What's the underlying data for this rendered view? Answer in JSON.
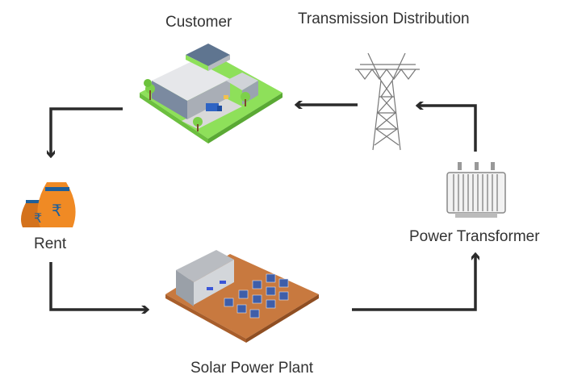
{
  "diagram": {
    "title": "Solar power rental cycle",
    "nodes": [
      {
        "id": "customer",
        "label": "Customer",
        "icon": "warehouse-icon"
      },
      {
        "id": "transmission",
        "label": "Transmission Distribution",
        "icon": "transmission-tower-icon"
      },
      {
        "id": "transformer",
        "label": "Power Transformer",
        "icon": "transformer-icon"
      },
      {
        "id": "solar",
        "label": "Solar Power Plant",
        "icon": "solar-plant-icon"
      },
      {
        "id": "rent",
        "label": "Rent",
        "icon": "money-bags-icon",
        "currency_symbol": "₹"
      }
    ],
    "edges": [
      {
        "from": "solar",
        "to": "transformer"
      },
      {
        "from": "transformer",
        "to": "transmission"
      },
      {
        "from": "transmission",
        "to": "customer"
      },
      {
        "from": "customer",
        "to": "rent"
      },
      {
        "from": "rent",
        "to": "solar"
      }
    ],
    "colors": {
      "arrow": "#2b2b2b",
      "grass": "#8ee05a",
      "building": "#c9cdd3",
      "roof": "#5f7590",
      "ground": "#c8793f",
      "panel": "#3f5ea8",
      "bag": "#f08a24",
      "bag_band": "#1f5f9a"
    }
  }
}
